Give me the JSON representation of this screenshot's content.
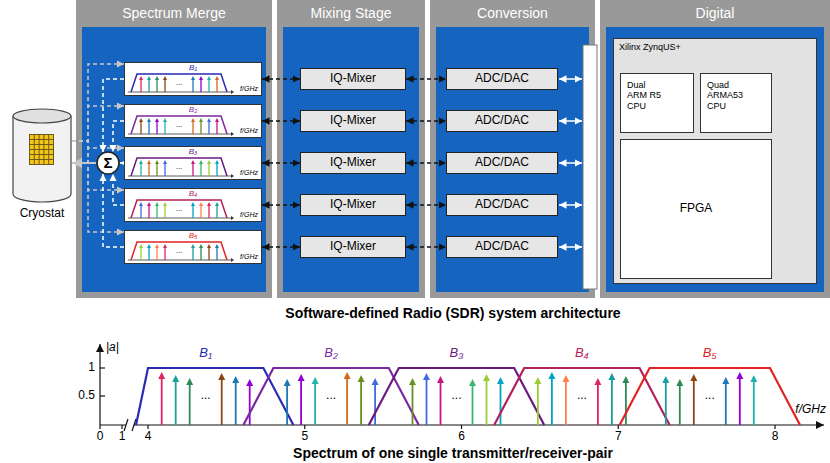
{
  "diagram": {
    "caption": "Spectrum of one single transmitter/receiver-pair",
    "nodes": [
      {
        "text": [
          "Cryostat"
        ]
      },
      {
        "text": [
          "Spectrum Merge"
        ]
      },
      {
        "text": [
          "B₁",
          "...",
          "f/GHz"
        ],
        "in": 1
      },
      {
        "text": [
          "B₂",
          "...",
          "f/GHz"
        ],
        "in": 1
      },
      {
        "text": [
          "B₃",
          "...",
          "f/GHz"
        ],
        "in": 1
      },
      {
        "text": [
          "B₄",
          "...",
          "f/GHz"
        ],
        "in": 1
      },
      {
        "text": [
          "B₅",
          "...",
          "f/GHz"
        ],
        "in": 1
      },
      {
        "text": [
          "Σ"
        ],
        "in": 1
      },
      {
        "text": [
          "Mixing Stage"
        ]
      },
      {
        "text": [
          "IQ-Mixer"
        ],
        "in": 8
      },
      {
        "text": [
          "IQ-Mixer"
        ],
        "in": 8
      },
      {
        "text": [
          "IQ-Mixer"
        ],
        "in": 8
      },
      {
        "text": [
          "IQ-Mixer"
        ],
        "in": 8
      },
      {
        "text": [
          "IQ-Mixer"
        ],
        "in": 8
      },
      {
        "text": [
          "Conversion"
        ]
      },
      {
        "text": [
          "ADC/DAC"
        ],
        "in": 14
      },
      {
        "text": [
          "ADC/DAC"
        ],
        "in": 14
      },
      {
        "text": [
          "ADC/DAC"
        ],
        "in": 14
      },
      {
        "text": [
          "ADC/DAC"
        ],
        "in": 14
      },
      {
        "text": [
          "ADC/DAC"
        ],
        "in": 14
      },
      {
        "text": [
          "Digital"
        ]
      },
      {
        "text": [
          "Xilinx ZynqUS+"
        ],
        "in": 20
      },
      {
        "text": [
          "Dual ARM R5 CPU"
        ],
        "in": 21
      },
      {
        "text": [
          "Quad ARMA53 CPU"
        ],
        "in": 21
      },
      {
        "text": [
          "FPGA"
        ],
        "in": 21
      }
    ],
    "edges": [
      {
        "from": 7,
        "to": 0,
        "arrow": "to"
      },
      {
        "from": 0,
        "to": 2,
        "arrow": "to"
      },
      {
        "from": 0,
        "to": 3,
        "arrow": "to"
      },
      {
        "from": 0,
        "to": 4,
        "arrow": "to"
      },
      {
        "from": 0,
        "to": 5,
        "arrow": "to"
      },
      {
        "from": 0,
        "to": 6,
        "arrow": "to"
      },
      {
        "from": 2,
        "to": 7,
        "arrow": "to"
      },
      {
        "from": 3,
        "to": 7,
        "arrow": "to"
      },
      {
        "from": 4,
        "to": 7,
        "arrow": "to"
      },
      {
        "from": 5,
        "to": 7,
        "arrow": "to"
      },
      {
        "from": 6,
        "to": 7,
        "arrow": "to"
      },
      {
        "from": 2,
        "to": 9,
        "arrow": "both"
      },
      {
        "from": 3,
        "to": 10,
        "arrow": "both"
      },
      {
        "from": 4,
        "to": 11,
        "arrow": "both"
      },
      {
        "from": 5,
        "to": 12,
        "arrow": "both"
      },
      {
        "from": 6,
        "to": 13,
        "arrow": "both"
      },
      {
        "from": 9,
        "to": 15,
        "arrow": "both"
      },
      {
        "from": 10,
        "to": 16,
        "arrow": "both"
      },
      {
        "from": 11,
        "to": 17,
        "arrow": "both"
      },
      {
        "from": 12,
        "to": 18,
        "arrow": "both"
      },
      {
        "from": 13,
        "to": 19,
        "arrow": "both"
      }
    ],
    "labels": [
      "Software-defined Radio (SDR) system architecture",
      "|a|",
      "1",
      "0.5",
      "0",
      "1",
      "4",
      "5",
      "6",
      "7",
      "8",
      "f/GHz",
      "B₁",
      "B₂",
      "B₃",
      "B₄",
      "B₅",
      "...",
      "...",
      "...",
      "...",
      "..."
    ]
  }
}
